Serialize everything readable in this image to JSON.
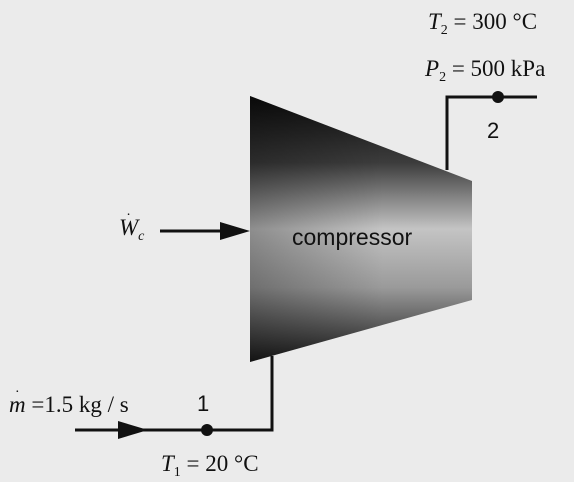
{
  "compressor": {
    "label": "compressor"
  },
  "state1": {
    "number": "1",
    "mass_flow": {
      "symbol": "m",
      "equals": " =",
      "value": "1.5 kg / s"
    },
    "temperature": {
      "symbol": "T",
      "subscript": "1",
      "equals": " = ",
      "value": "20 °C"
    }
  },
  "state2": {
    "number": "2",
    "temperature": {
      "symbol": "T",
      "subscript": "2",
      "equals": " = ",
      "value": "300 °C"
    },
    "pressure": {
      "symbol": "P",
      "subscript": "2",
      "equals": " = ",
      "value": "500 kPa"
    }
  },
  "work": {
    "symbol": "W",
    "subscript": "c"
  }
}
